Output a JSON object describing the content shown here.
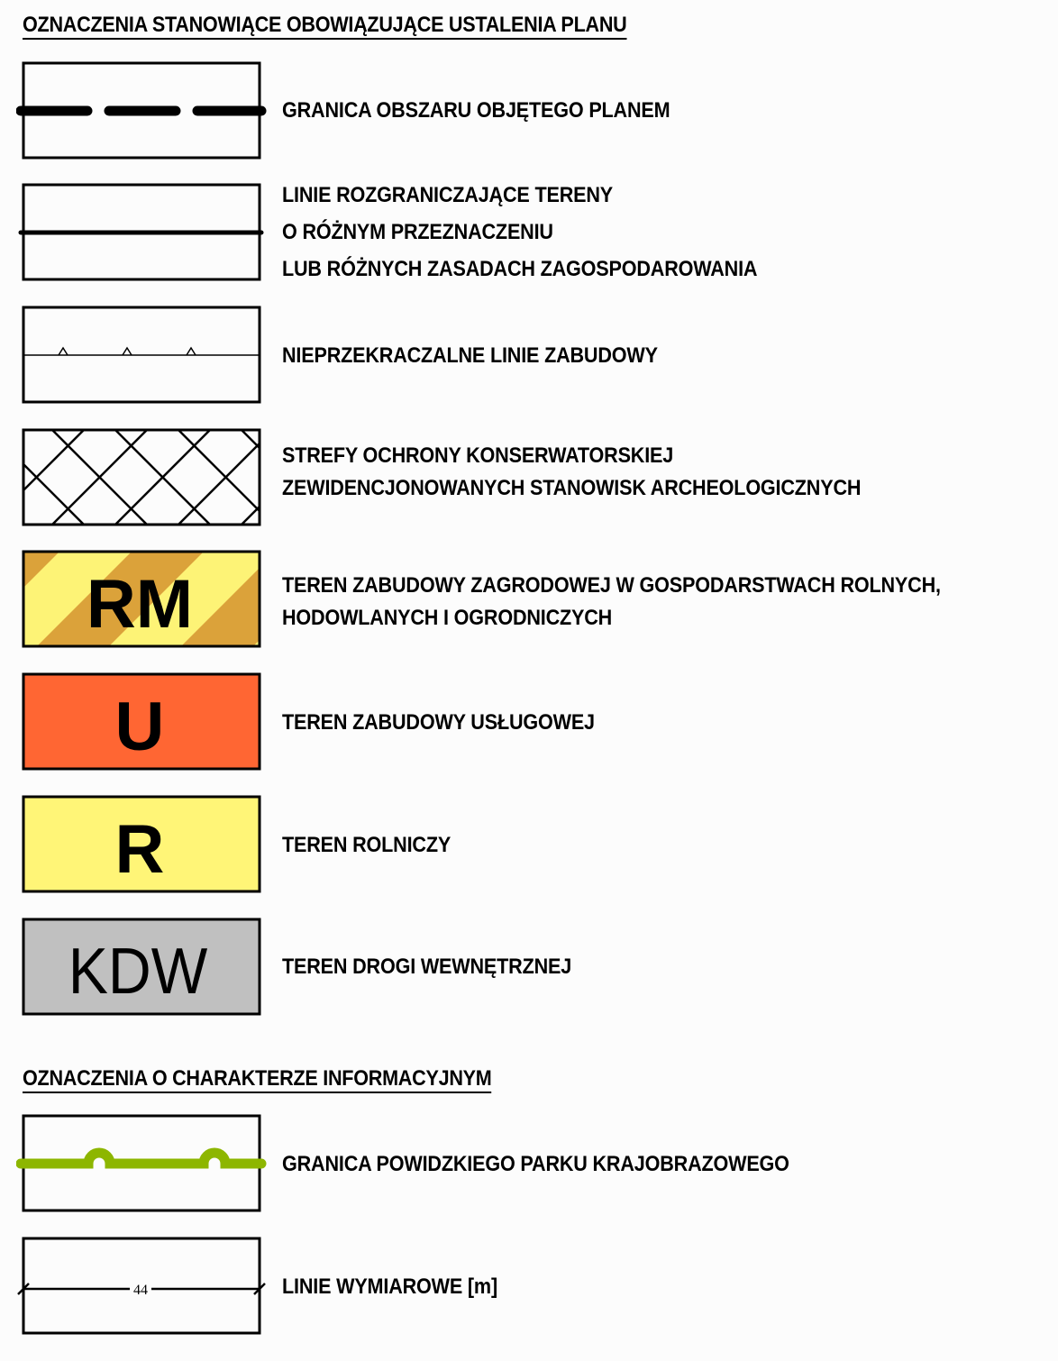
{
  "section1": {
    "title": "OZNACZENIA STANOWIĄCE OBOWIĄZUJĄCE USTALENIA PLANU"
  },
  "section2": {
    "title": "OZNACZENIA O CHARAKTERZE INFORMACYJNYM"
  },
  "items": [
    {
      "symbol": "dashed-boundary",
      "lines": [
        "GRANICA OBSZARU OBJĘTEGO PLANEM"
      ]
    },
    {
      "symbol": "solid-line",
      "lines": [
        "LINIE ROZGRANICZAJĄCE TERENY",
        "O RÓŻNYM PRZEZNACZENIU",
        "LUB RÓŻNYCH ZASADACH ZAGOSPODAROWANIA"
      ]
    },
    {
      "symbol": "building-line",
      "lines": [
        "NIEPRZEKRACZALNE LINIE ZABUDOWY"
      ]
    },
    {
      "symbol": "crosshatch",
      "lines": [
        "STREFY OCHRONY KONSERWATORSKIEJ",
        "ZEWIDENCJONOWANYCH STANOWISK ARCHEOLOGICZNYCH"
      ]
    },
    {
      "symbol": "RM",
      "code": "RM",
      "lines": [
        "TEREN ZABUDOWY ZAGRODOWEJ W GOSPODARSTWACH ROLNYCH,",
        "HODOWLANYCH I OGRODNICZYCH"
      ]
    },
    {
      "symbol": "U",
      "code": "U",
      "lines": [
        "TEREN ZABUDOWY USŁUGOWEJ"
      ]
    },
    {
      "symbol": "R",
      "code": "R",
      "lines": [
        "TEREN ROLNICZY"
      ]
    },
    {
      "symbol": "KDW",
      "code": "KDW",
      "lines": [
        "TEREN DROGI WEWNĘTRZNEJ"
      ]
    },
    {
      "symbol": "park-boundary",
      "lines": [
        "GRANICA POWIDZKIEGO PARKU KRAJOBRAZOWEGO"
      ]
    },
    {
      "symbol": "dimension",
      "dim_value": "44",
      "lines": [
        "LINIE WYMIAROWE [m]"
      ]
    }
  ],
  "colors": {
    "rm_light": "#fdf376",
    "rm_dark": "#dba23a",
    "u": "#ff6633",
    "r": "#fff577",
    "kdw": "#c0c0c0",
    "park": "#8db600"
  }
}
